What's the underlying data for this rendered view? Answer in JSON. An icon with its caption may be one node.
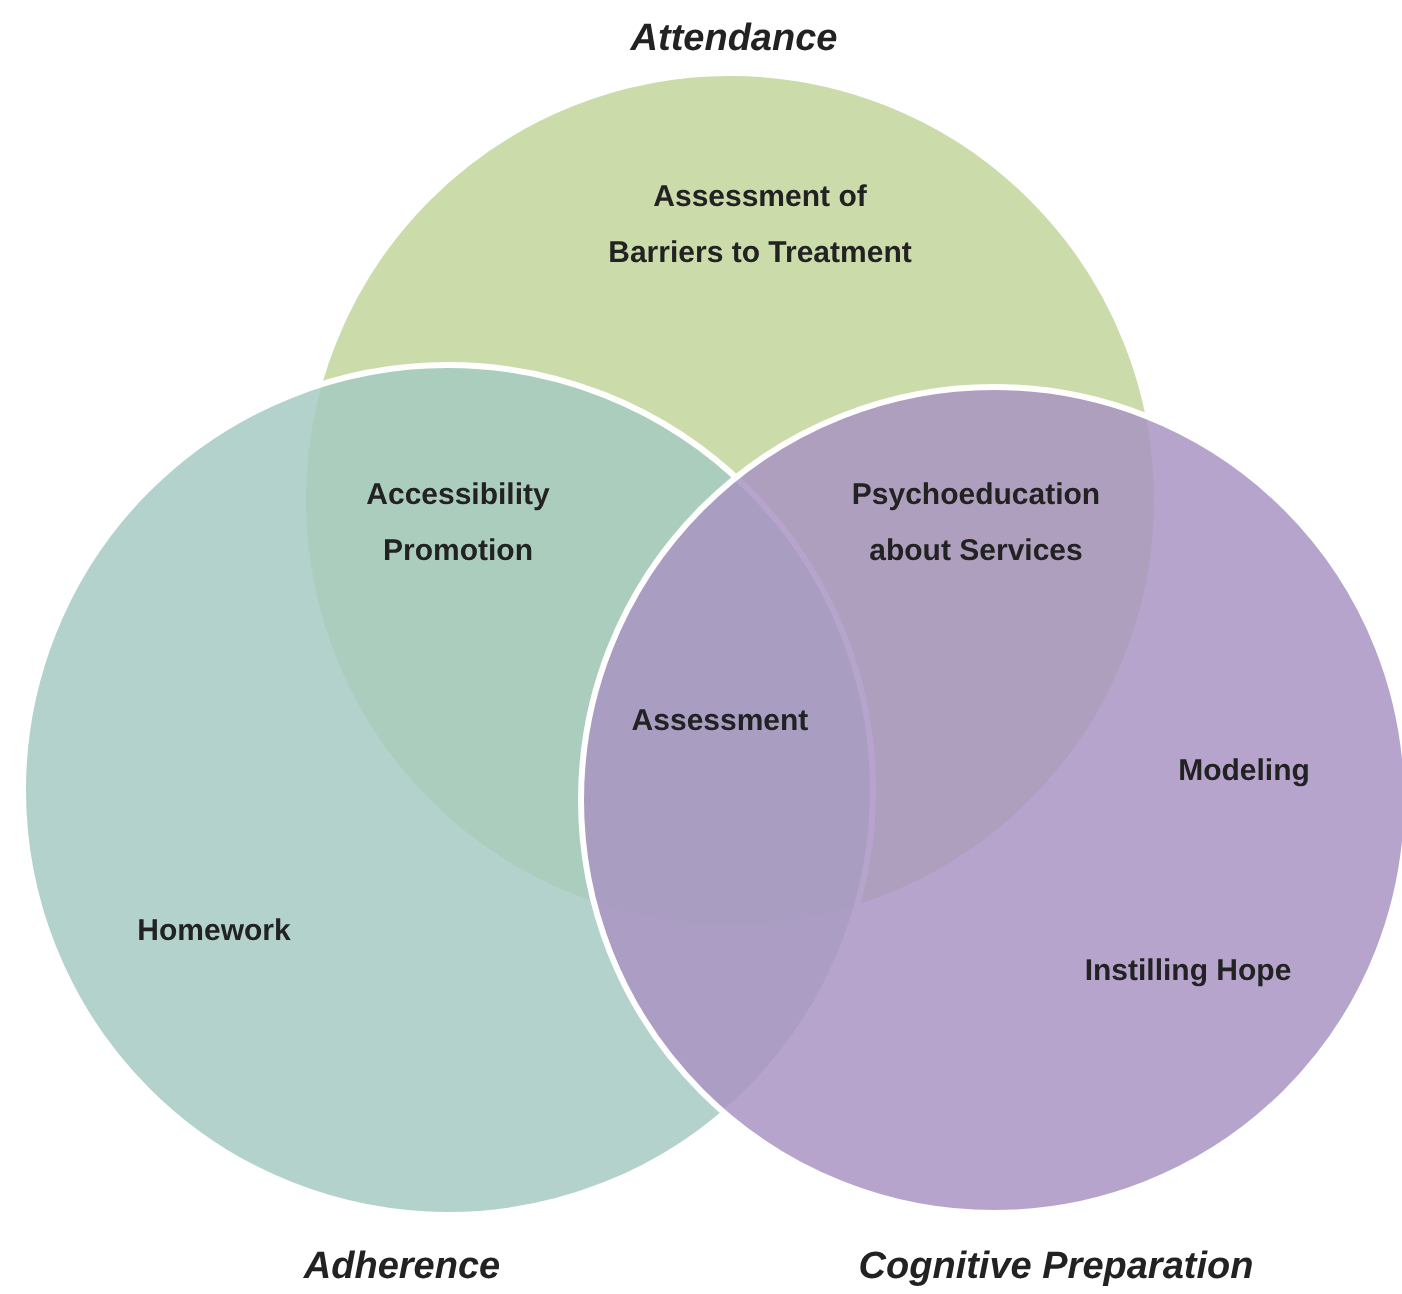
{
  "diagram": {
    "nodes": [
      {
        "text": [
          "Attendance",
          "Assessment of Barriers to Treatment"
        ]
      },
      {
        "text": [
          "Homework",
          "Adherence"
        ]
      },
      {
        "text": [
          "Modeling",
          "Instilling Hope",
          "Cognitive Preparation"
        ]
      }
    ],
    "labels": [
      "Accessibility Promotion",
      "Psychoeducation about Services",
      "Assessment"
    ]
  }
}
